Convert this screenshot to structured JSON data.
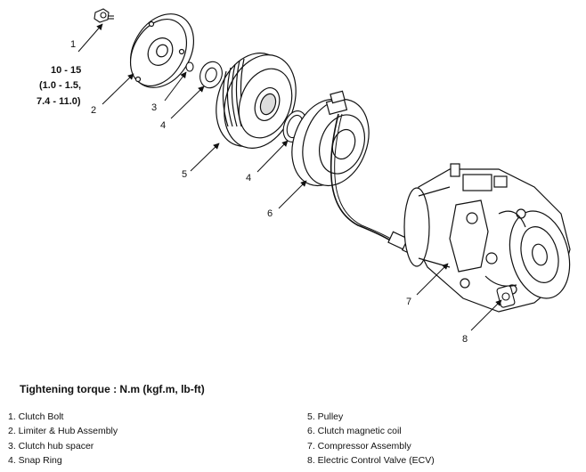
{
  "callouts": {
    "n1": "1",
    "torque_value": "10 - 15",
    "torque_alt1": "(1.0 - 1.5,",
    "torque_alt2": "7.4 - 11.0)",
    "n2": "2",
    "n3": "3",
    "n4a": "4",
    "n5": "5",
    "n4b": "4",
    "n6": "6",
    "n7": "7",
    "n8": "8"
  },
  "heading": "Tightening torque : N.m (kgf.m, lb-ft)",
  "legend": {
    "left": [
      "1. Clutch Bolt",
      "2. Limiter & Hub Assembly",
      "3. Clutch hub spacer",
      "4. Snap Ring"
    ],
    "right": [
      "5. Pulley",
      "6. Clutch magnetic coil",
      "7. Compressor Assembly",
      "8. Electric Control Valve (ECV)"
    ]
  }
}
